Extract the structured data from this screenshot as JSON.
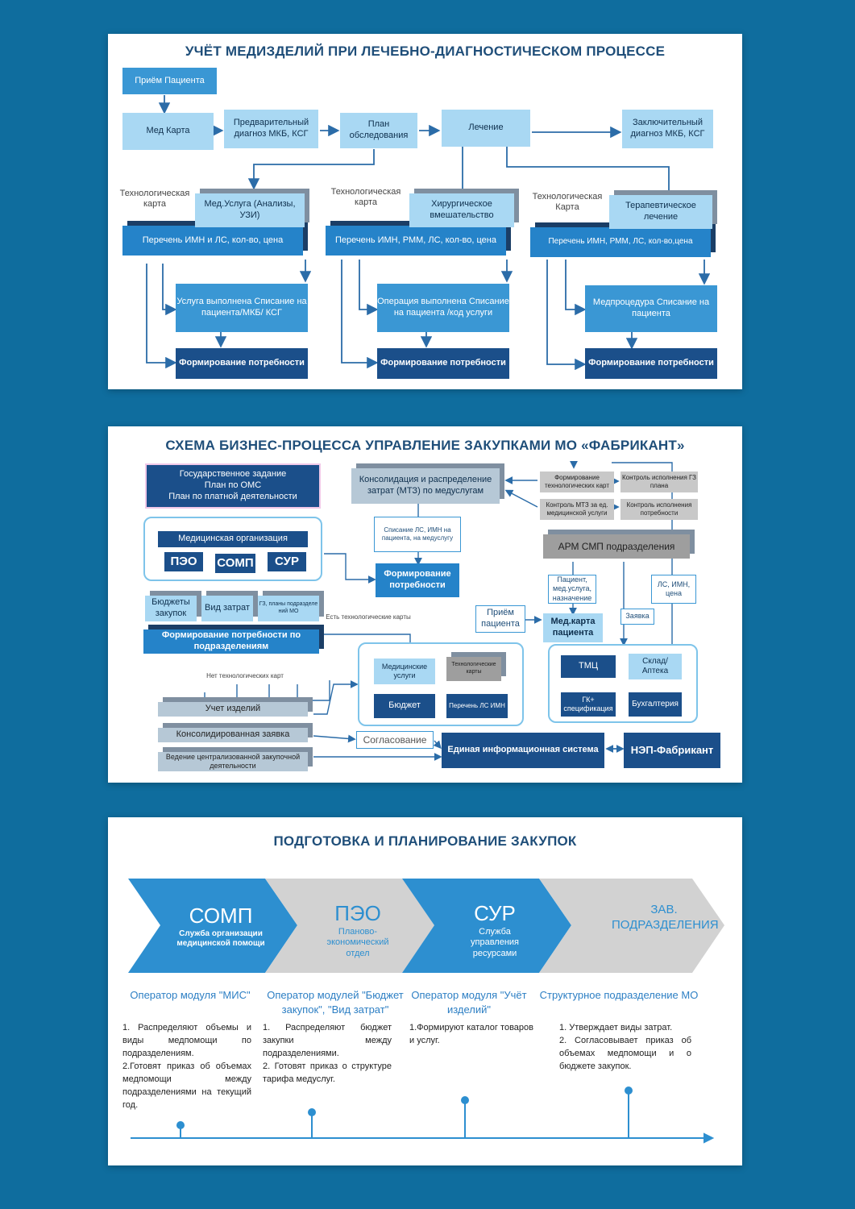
{
  "panel1": {
    "title": "УЧЁТ МЕДИЗДЕЛИЙ ПРИ ЛЕЧЕБНО-ДИАГНОСТИЧЕСКОМ ПРОЦЕССЕ",
    "reception": "Приём Пациента",
    "med_card": "Мед Карта",
    "prelim_diag": "Предварительный диагноз МКБ, КСГ",
    "exam_plan": "План обследования",
    "treatment": "Лечение",
    "final_diag": "Заключительный диагноз МКБ, КСГ",
    "tech_card_1": "Технологическая карта",
    "tech_card_2": "Технологическая карта",
    "tech_card_3": "Технологическая Карта",
    "service": "Мед.Услуга (Анализы, УЗИ)",
    "surgery": "Хирургическое вмешательство",
    "therapy": "Терапевтическое лечение",
    "list_1": "Перечень ИМН и ЛС, кол-во, цена",
    "list_2": "Перечень ИМН, РММ, ЛС, кол-во, цена",
    "list_3": "Перечень ИМН, РММ, ЛС, кол-во,цена",
    "done_1": "Услуга выполнена Списание на пациента/МКБ/ КСГ",
    "done_2": "Операция выполнена Списание на пациента /код услуги",
    "done_3": "Медпроцедура Списание на пациента",
    "need_1": "Формирование потребности",
    "need_2": "Формирование потребности",
    "need_3": "Формирование потребности"
  },
  "panel2": {
    "title": "СХЕМА БИЗНЕС-ПРОЦЕССА УПРАВЛЕНИЕ ЗАКУПКАМИ МО «ФАБРИКАНТ»",
    "state_task": "Государственное задание\nПлан по ОМС\nПлан по платной деятельности",
    "med_org": "Медицинская организация",
    "peo": "ПЭО",
    "somp": "СОМП",
    "sur": "СУР",
    "budgets": "Бюджеты закупок",
    "cost_type": "Вид затрат",
    "gz_plans": "ГЗ, планы подразделе ний МО",
    "has_cards": "Есть технологические карты",
    "need_by_dept": "Формирование потребности по подразделениям",
    "no_cards": "Нет технологических карт",
    "item_accounting": "Учет изделий",
    "consolidated": "Консолидированная заявка",
    "central": "Ведение централизованной закупочной деятельности",
    "consolidation": "Консолидация и распределение затрат (МТЗ) по медуслугам",
    "writeoff": "Списание ЛС, ИМН на пациента, на медуслугу",
    "need_forming": "Формирование потребности",
    "form_tech": "Формирование технологических карт",
    "control_gz": "Контроль исполнения ГЗ плана",
    "control_mtz": "Контроль МТЗ за ед. медицинской услуги",
    "control_need": "Контроль исполнения потребности",
    "arm": "АРМ СМП подразделения",
    "patient_service": "Пациент, мед.услуга, назначение",
    "ls_price": "ЛС, ИМН, цена",
    "request": "Заявка",
    "reception": "Приём пациента",
    "patient_card": "Мед.карта пациента",
    "med_services": "Медицинские услуги",
    "tech_cards": "Технологические карты",
    "budget": "Бюджет",
    "ls_list": "Перечень ЛС ИМН",
    "tmc": "ТМЦ",
    "warehouse": "Склад/ Аптека",
    "gk_spec": "ГК+ спецификация",
    "accounting": "Бухгалтерия",
    "approval": "Согласование",
    "eis": "Единая информационная система",
    "nep": "НЭП-Фабрикант"
  },
  "panel3": {
    "title": "ПОДГОТОВКА И ПЛАНИРОВАНИЕ ЗАКУПОК",
    "chevrons": [
      {
        "abbr": "СОМП",
        "desc": "Служба организации медицинской помощи"
      },
      {
        "abbr": "ПЭО",
        "desc": "Планово-экономический отдел"
      },
      {
        "abbr": "СУР",
        "desc": "Служба управления ресурсами"
      },
      {
        "abbr": "ЗАВ. ПОДРАЗДЕЛЕНИЯ",
        "desc": ""
      }
    ],
    "columns": [
      {
        "head": "Оператор модуля \"МИС\"",
        "items": [
          "1. Распределяют объемы и виды медпомощи по подразделениям.",
          "2.Готовят приказ об объемах медпомощи между подразделениями на текущий год."
        ]
      },
      {
        "head": "Оператор модулей \"Бюджет закупок\", \"Вид затрат\"",
        "items": [
          "1. Распределяют бюджет закупки между подразделениями.",
          "2. Готовят приказ о структуре тарифа медуслуг."
        ]
      },
      {
        "head": "Оператор модуля \"Учёт изделий\"",
        "items": [
          "1.Формируют каталог товаров и услуг."
        ]
      },
      {
        "head": "Структурное подразделение МО",
        "items": [
          "1. Утверждает виды затрат.",
          "2. Согласовывает приказ об объемах медпомощи и о бюджете закупок."
        ]
      }
    ]
  },
  "colors": {
    "background": "#0f6d9e",
    "accent": "#2d8fd0",
    "navy": "#1b4f8a",
    "light": "#a9d8f3"
  }
}
